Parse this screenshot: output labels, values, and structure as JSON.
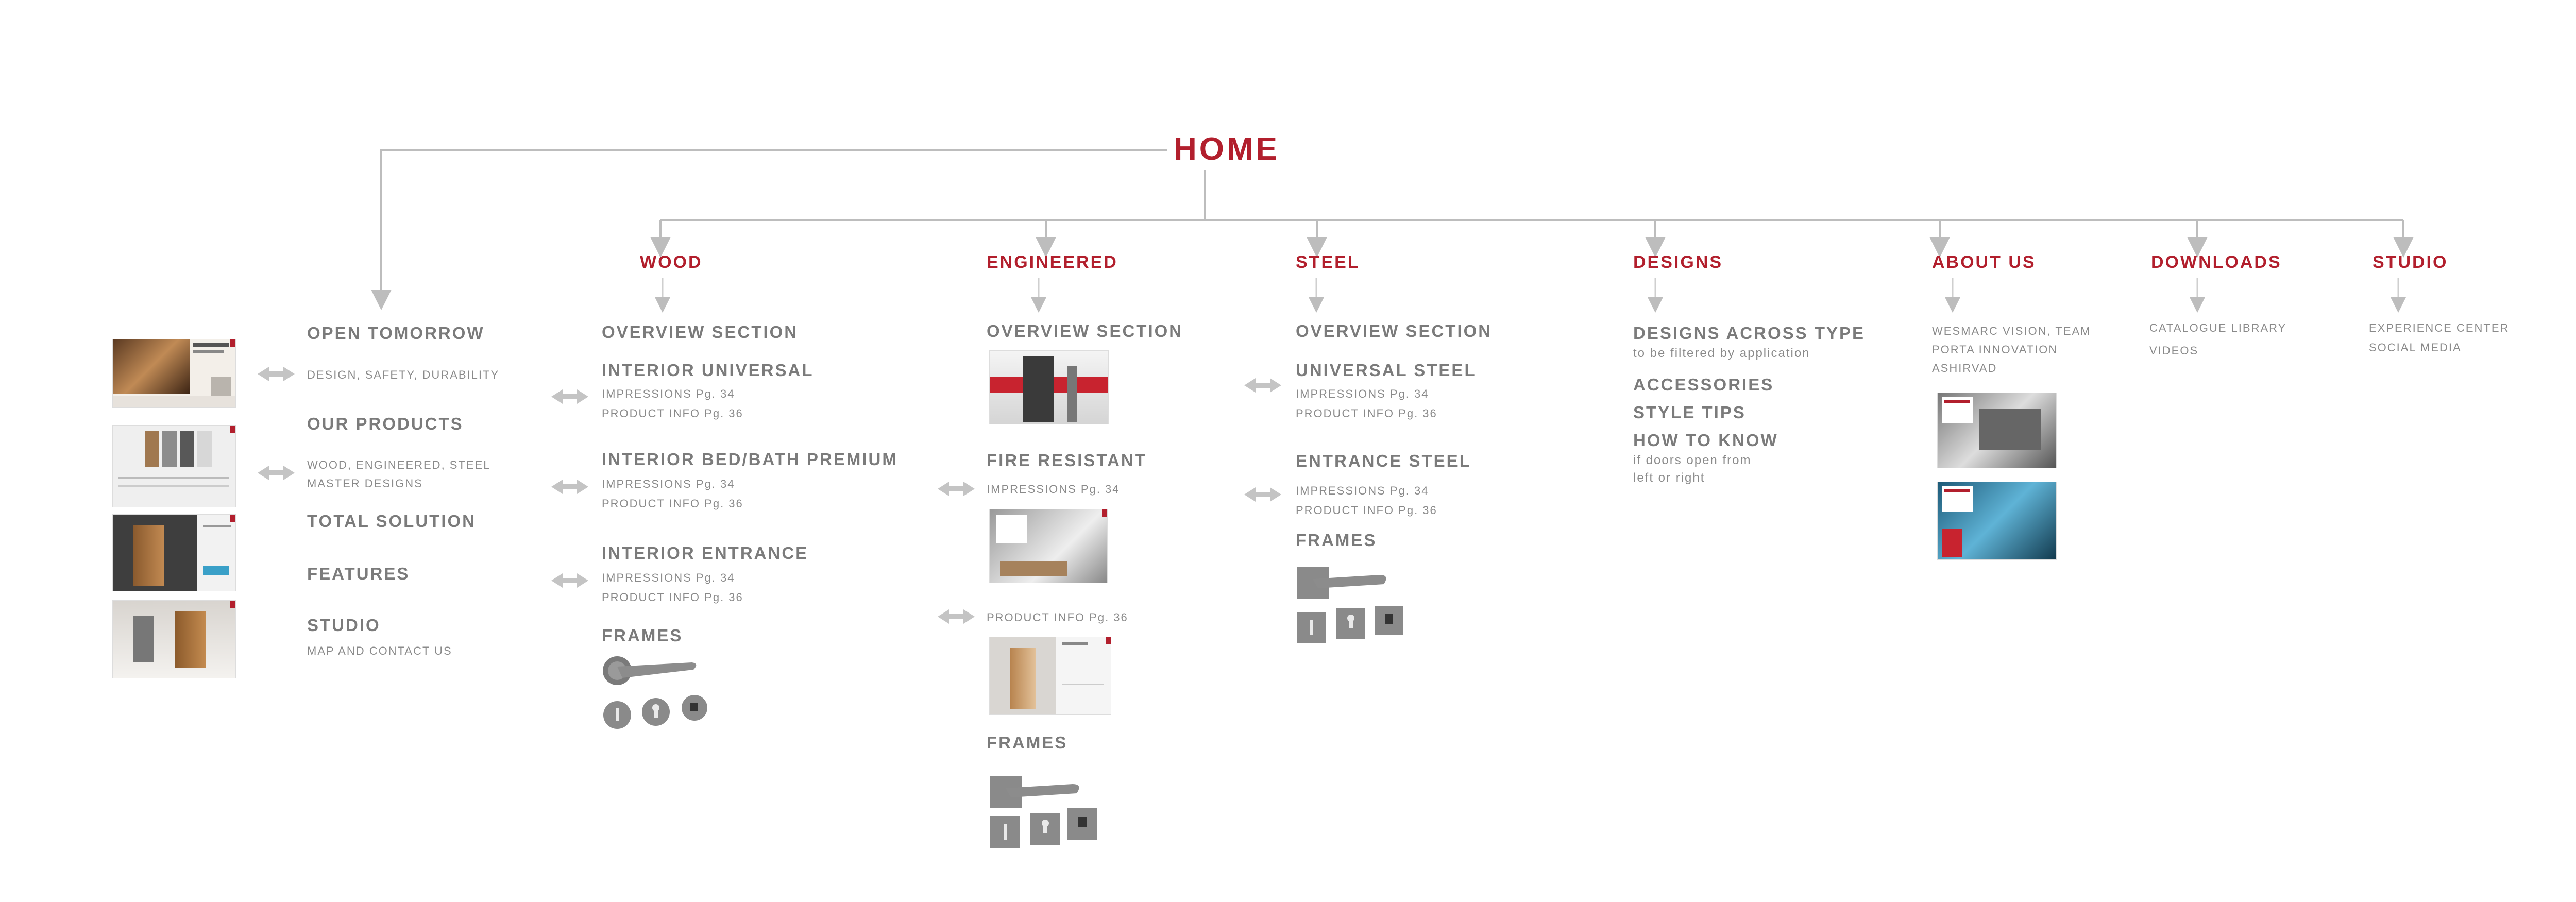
{
  "home": "HOME",
  "sections": {
    "wood": "WOOD",
    "engineered": "ENGINEERED",
    "steel": "STEEL",
    "designs": "DESIGNS",
    "about": "ABOUT US",
    "downloads": "DOWNLOADS",
    "studio": "STUDIO"
  },
  "home_page": {
    "open_tomorrow": "OPEN TOMORROW",
    "open_tomorrow_sub": "DESIGN, SAFETY, DURABILITY",
    "our_products": "OUR PRODUCTS",
    "our_products_sub1": "WOOD, ENGINEERED, STEEL",
    "our_products_sub2": "MASTER DESIGNS",
    "total_solution": "TOTAL SOLUTION",
    "features": "FEATURES",
    "studio": "STUDIO",
    "studio_sub": "MAP AND CONTACT US"
  },
  "wood": {
    "overview": "OVERVIEW SECTION",
    "interior_universal": "INTERIOR UNIVERSAL",
    "interior_bed_bath": "INTERIOR BED/BATH PREMIUM",
    "interior_entrance": "INTERIOR ENTRANCE",
    "frames": "FRAMES"
  },
  "engineered": {
    "overview": "OVERVIEW SECTION",
    "fire_resistant": "FIRE RESISTANT",
    "impressions": "IMPRESSIONS Pg. 34",
    "product_info": "PRODUCT INFO Pg. 36",
    "frames": "FRAMES"
  },
  "steel": {
    "overview": "OVERVIEW SECTION",
    "universal_steel": "UNIVERSAL STEEL",
    "entrance_steel": "ENTRANCE STEEL",
    "frames": "FRAMES"
  },
  "common": {
    "impressions": "IMPRESSIONS Pg. 34",
    "product_info": "PRODUCT INFO Pg. 36"
  },
  "designs": {
    "across_type": "DESIGNS ACROSS TYPE",
    "across_type_sub": "to be filtered by application",
    "accessories": "ACCESSORIES",
    "style_tips": "STYLE TIPS",
    "how_to_know": "HOW TO KNOW",
    "how_sub1": "if doors open from",
    "how_sub2": "left or right"
  },
  "about": {
    "line1": "WESMARC VISION, TEAM",
    "line2": "PORTA INNOVATION",
    "line3": "ASHIRVAD"
  },
  "downloads": {
    "line1": "CATALOGUE LIBRARY",
    "line2": "VIDEOS"
  },
  "studio": {
    "line1": "EXPERIENCE CENTER",
    "line2": "SOCIAL MEDIA"
  },
  "colors": {
    "accent": "#b21f2d",
    "text": "#7b7b7b",
    "line": "#b9b9b9"
  }
}
